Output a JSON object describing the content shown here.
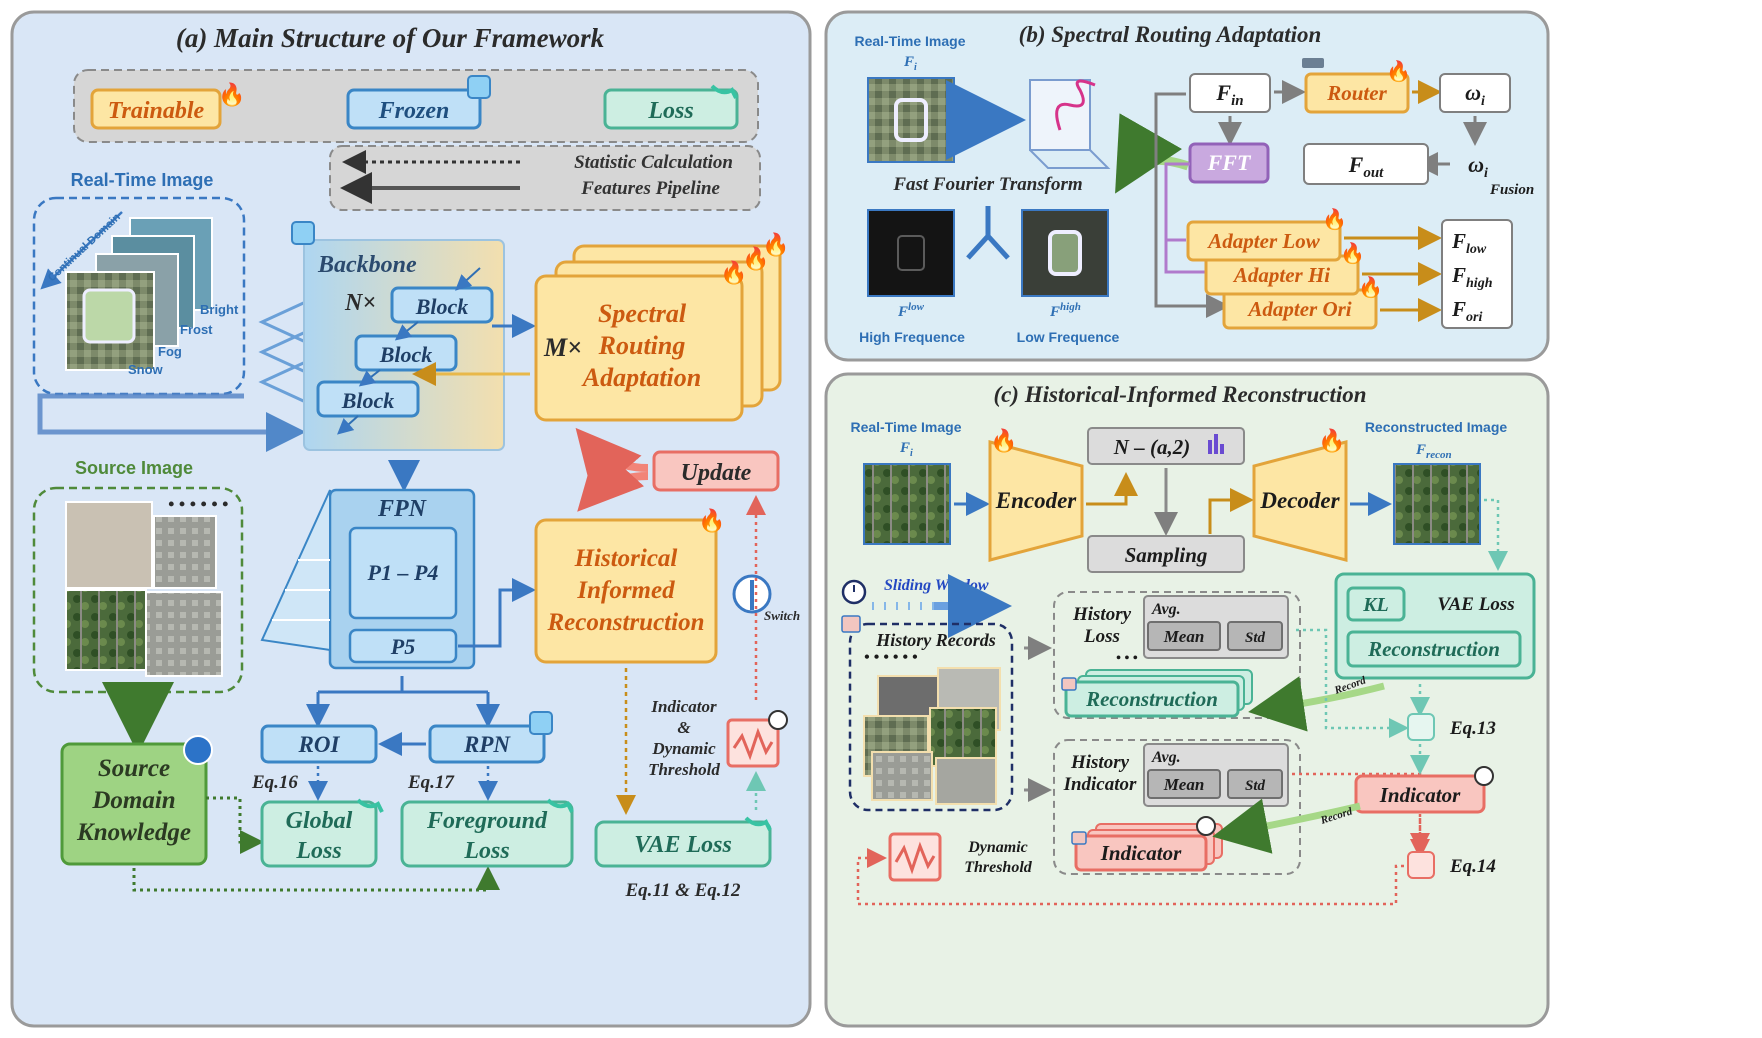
{
  "panel_a": {
    "title": "(a) Main Structure of Our Framework",
    "legend": {
      "trainable": "Trainable",
      "frozen": "Frozen",
      "loss": "Loss"
    },
    "arrow_legend": {
      "statistic": "Statistic Calculation",
      "pipeline": "Features Pipeline"
    },
    "realtime_title": "Real-Time Image",
    "domain_labels": {
      "continual": "Continual Domain",
      "bright": "Bright",
      "frost": "Frost",
      "fog": "Fog",
      "snow": "Snow"
    },
    "backbone": {
      "title": "Backbone",
      "n_label": "N×",
      "block": "Block"
    },
    "sra": {
      "prefix": "M×",
      "line1": "Spectral",
      "line2": "Routing",
      "line3": "Adaptation"
    },
    "update": "Update",
    "fpn": {
      "title": "FPN",
      "p14": "P1 – P4",
      "p5": "P5"
    },
    "hir": {
      "line1": "Historical",
      "line2": "Informed",
      "line3": "Reconstruction"
    },
    "switch": "Switch",
    "indicator_threshold": {
      "line1": "Indicator",
      "line2": "&",
      "line3": "Dynamic",
      "line4": "Threshold"
    },
    "source_title": "Source Image",
    "sdk": {
      "line1": "Source",
      "line2": "Domain",
      "line3": "Knowledge"
    },
    "roi": "ROI",
    "rpn": "RPN",
    "eq16": "Eq.16",
    "eq17": "Eq.17",
    "global_loss": {
      "line1": "Global",
      "line2": "Loss"
    },
    "fg_loss": {
      "line1": "Foreground",
      "line2": "Loss"
    },
    "vae_loss": "VAE Loss",
    "eq1112": "Eq.11 & Eq.12"
  },
  "panel_b": {
    "title": "(b) Spectral Routing Adaptation",
    "realtime": "Real-Time Image",
    "fi": "F",
    "fi_sub": "i",
    "fft_caption": "Fast Fourier Transform",
    "low_sup": "low",
    "high_sup": "high",
    "high_freq": "High Frequence",
    "low_freq": "Low Frequence",
    "f_in": "F",
    "f_in_sub": "in",
    "router": "Router",
    "omega": "ω",
    "omega_sub": "i",
    "fft": "FFT",
    "f_out": "F",
    "f_out_sub": "out",
    "fusion": "Fusion",
    "adapter_low": "Adapter Low",
    "adapter_hi": "Adapter Hi",
    "adapter_ori": "Adapter Ori",
    "f_low_sub": "low",
    "f_high_sub": "high",
    "f_ori_sub": "ori"
  },
  "panel_c": {
    "title": "(c) Historical-Informed Reconstruction",
    "realtime": "Real-Time Image",
    "fi": "F",
    "fi_sub": "i",
    "reconstructed": "Reconstructed Image",
    "frecon": "F",
    "frecon_sub": "recon",
    "encoder": "Encoder",
    "decoder": "Decoder",
    "normal": "N – (a,2)",
    "sampling": "Sampling",
    "sliding": "Sliding Window",
    "history_records": "History Records",
    "history_loss": {
      "line1": "History",
      "line2": "Loss"
    },
    "history_indicator": {
      "line1": "History",
      "line2": "Indicator"
    },
    "avg": "Avg.",
    "mean": "Mean",
    "std": "Std",
    "reconstruction": "Reconstruction",
    "indicator": "Indicator",
    "kl": "KL",
    "vae_loss": "VAE Loss",
    "record": "Record",
    "eq13": "Eq.13",
    "eq14": "Eq.14",
    "dynamic_threshold": {
      "line1": "Dynamic",
      "line2": "Threshold"
    }
  },
  "colors": {
    "trainable_fill": "#fde6a4",
    "trainable_stroke": "#e3a43a",
    "trainable_text": "#cc5a10",
    "frozen_fill": "#bfe0f7",
    "frozen_stroke": "#3a86c6",
    "loss_fill": "#cdeee2",
    "loss_stroke": "#4ab395",
    "update_fill": "#f9c6c0",
    "update_stroke": "#e86e64",
    "panel_a_bg": "#d9e6f6",
    "panel_b_bg": "#dcedf6",
    "panel_c_bg": "#e8f2e6",
    "sdk_fill": "#9ed383",
    "sdk_stroke": "#4f9a3a",
    "fft_fill": "#c9a9df",
    "fft_stroke": "#9262b8"
  }
}
